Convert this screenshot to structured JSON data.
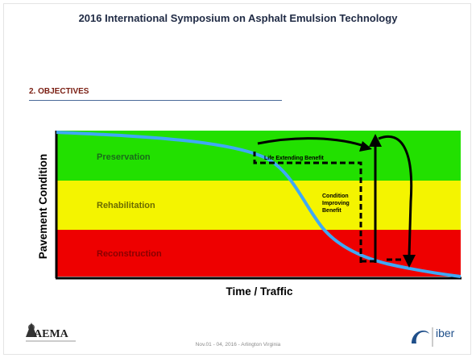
{
  "slide": {
    "title": "2016 International Symposium on Asphalt Emulsion Technology",
    "section_heading": "2. OBJECTIVES",
    "footer": "Nov.01 - 04, 2016 - Arlington Virginia"
  },
  "diagram": {
    "y_axis_label": "Pavement Condition",
    "x_axis_label": "Time / Traffic",
    "zones": [
      {
        "label": "Preservation",
        "color": "#22e000"
      },
      {
        "label": "Rehabilitation",
        "color": "#f4f400"
      },
      {
        "label": "Reconstruction",
        "color": "#ee0000"
      }
    ],
    "annotations": {
      "life_extending": "Life Extending Benefit",
      "condition_improving": [
        "Condition",
        "Improving",
        "Benefit"
      ]
    },
    "curve_color": "#3fa9f5"
  },
  "logos": {
    "left": "AEMA",
    "right": "iber"
  }
}
